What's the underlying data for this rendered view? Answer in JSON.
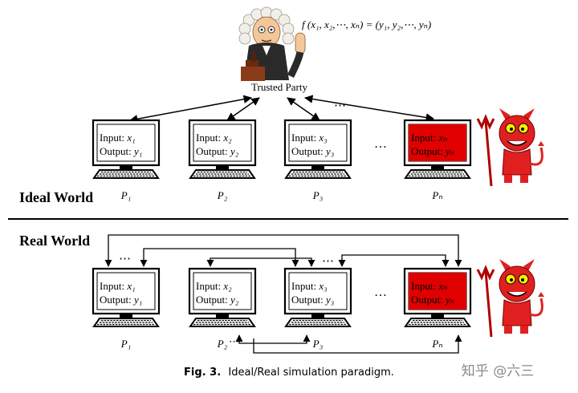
{
  "trusted_party": {
    "label": "Trusted Party",
    "formula": "f (x₁, x₂,⋯, xₙ) = (y₁, y₂,⋯, yₙ)"
  },
  "ideal_world": {
    "title": "Ideal World",
    "parties": [
      {
        "input_label": "Input: ",
        "input_var": "x₁",
        "output_label": "Output: ",
        "output_var": "y₁",
        "name": "P₁",
        "corrupted": false
      },
      {
        "input_label": "Input: ",
        "input_var": "x₂",
        "output_label": "Output: ",
        "output_var": "y₂",
        "name": "P₂",
        "corrupted": false
      },
      {
        "input_label": "Input: ",
        "input_var": "x₃",
        "output_label": "Output: ",
        "output_var": "y₃",
        "name": "P₃",
        "corrupted": false
      },
      {
        "input_label": "Input: ",
        "input_var": "xₙ",
        "output_label": "Output: ",
        "output_var": "yₙ",
        "name": "Pₙ",
        "corrupted": true
      }
    ],
    "ellipsis_between": "…",
    "ellipsis_arrows": "⋯"
  },
  "real_world": {
    "title": "Real World",
    "parties": [
      {
        "input_label": "Input: ",
        "input_var": "x₁",
        "output_label": "Output: ",
        "output_var": "y₁",
        "name": "P₁",
        "corrupted": false
      },
      {
        "input_label": "Input: ",
        "input_var": "x₂",
        "output_label": "Output: ",
        "output_var": "y₂",
        "name": "P₂",
        "corrupted": false
      },
      {
        "input_label": "Input: ",
        "input_var": "x₃",
        "output_label": "Output: ",
        "output_var": "y₃",
        "name": "P₃",
        "corrupted": false
      },
      {
        "input_label": "Input: ",
        "input_var": "xₙ",
        "output_label": "Output: ",
        "output_var": "yₙ",
        "name": "Pₙ",
        "corrupted": true
      }
    ],
    "ellipsis_between": "…",
    "ellipsis_left": "⋯",
    "ellipsis_mid": "⋯",
    "ellipsis_bottom": "⋯"
  },
  "caption": {
    "label": "Fig. 3.",
    "text": "Ideal/Real simulation paradigm."
  },
  "watermark": "知乎 @六三",
  "colors": {
    "corrupted_screen": "#e00000",
    "devil_red": "#e02020",
    "line": "#000000"
  },
  "icons": [
    "judge-icon",
    "devil-icon",
    "computer-icon"
  ]
}
